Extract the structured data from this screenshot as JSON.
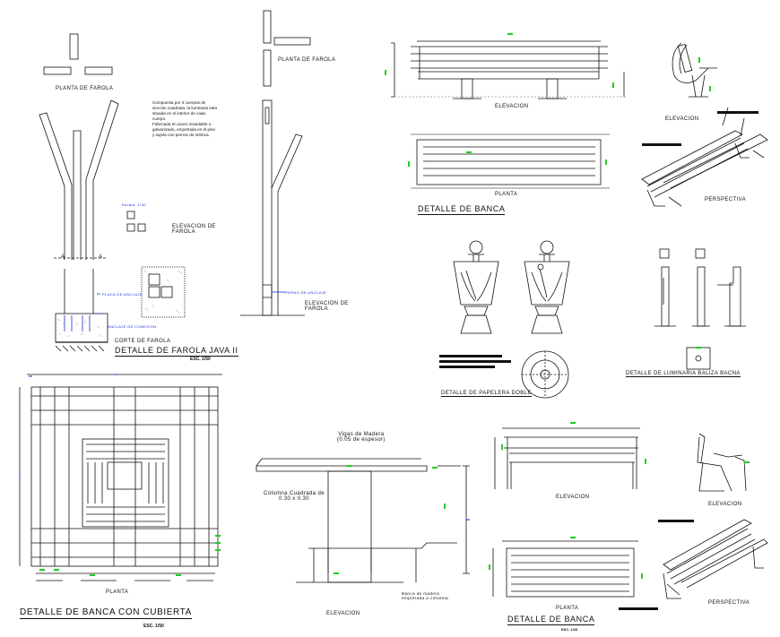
{
  "colors": {
    "line": "#111111",
    "accent_green": "#22cc22",
    "accent_blue": "#1f2bd6",
    "background": "#ffffff"
  },
  "farola": {
    "plan_label": "PLANTA DE FAROLA",
    "plan_label_right": "PLANTA DE FAROLA",
    "note": [
      "Compuesta por 3 cuerpos de",
      "sección cuadrada, la luminaria esta",
      "situada en el interior de cada",
      "cuerpo.",
      "Fabricada en acero inoxidable o",
      "galvanizado, empotrada en el piso",
      "y sujeta con pernos de métrica."
    ],
    "elevation_label": [
      "ELEVACION DE",
      "FAROLA"
    ],
    "elevation_label_right": [
      "ELEVACION DE",
      "FAROLA"
    ],
    "section_label": "CORTE DE FAROLA",
    "title": "DETALLE DE FAROLA JAVA II",
    "scale": "ESC. 1/50",
    "blue_notes": [
      "Escala: 1/40",
      "PLACA DE ANCLAJE",
      "PERNO DE ANCLAJE",
      "ANCLAJE DE CONEXION"
    ],
    "section_marks": [
      "A",
      "A"
    ]
  },
  "banca_top": {
    "elevation_label": "ELEVACION",
    "side_label": "ELEVACION",
    "plan_label": "PLANTA",
    "perspective_label": "PERSPECTIVA",
    "title": "DETALLE DE BANCA"
  },
  "papelera": {
    "title": "DETALLE DE PAPELERA DOBLE"
  },
  "luminaria": {
    "title": "DETALLE DE LUMINARIA BALIZA BACNA"
  },
  "banca_cubierta": {
    "plan_label": "PLANTA",
    "title": "DETALLE DE BANCA CON CUBIERTA",
    "scale": "ESC. 1/50",
    "elevation_label": "ELEVACION",
    "beam_note": [
      "Vigas de Madera",
      "(0.05 de espesor)"
    ],
    "column_note": [
      "Columna Cuadrada de",
      "0.30 x 0.30"
    ],
    "seat_note": [
      "Banca de madera",
      "empotrada a columna"
    ]
  },
  "banca_bottom": {
    "elevation_label": "ELEVACION",
    "side_label": "ELEVACION",
    "plan_label": "PLANTA",
    "perspective_label": "PERSPECTIVA",
    "title": "DETALLE DE BANCA",
    "scale": "ESC. 1/25"
  }
}
